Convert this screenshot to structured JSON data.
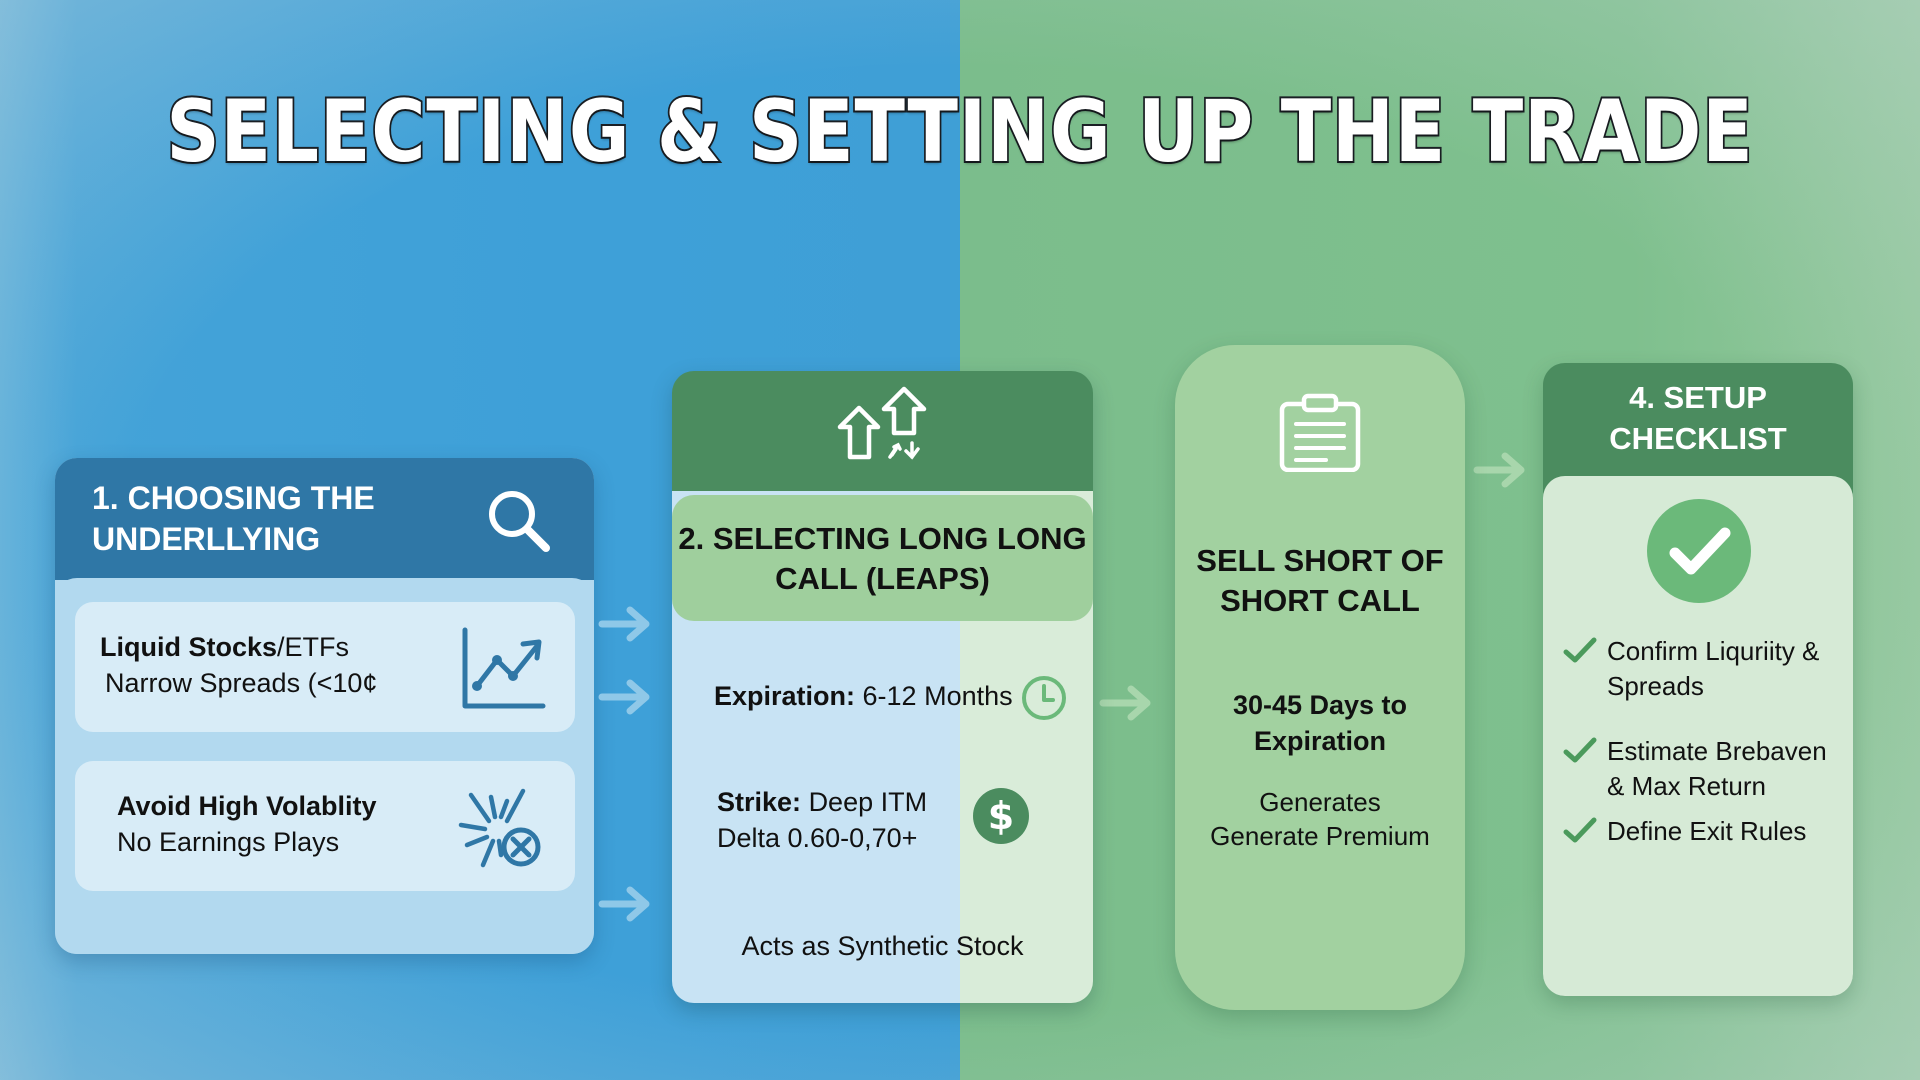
{
  "title": "SELECTING & SETTING UP THE TRADE",
  "colors": {
    "bg_blue": "#3ea0d8",
    "bg_green": "#7fc08e",
    "card1_header": "#2f77a6",
    "card1_body": "#b2d9ef",
    "card1_item": "#d8ecf7",
    "green_dark": "#4b8c5f",
    "green_mid": "#9fcf9d",
    "green_light": "#d6ead6",
    "check_green": "#6bb97a"
  },
  "card1": {
    "title": "1. CHOOSING THE UNDERLLYING",
    "icon": "search-icon",
    "items": [
      {
        "line1_bold": "Liquid Stocks",
        "line1_rest": "/ETFs",
        "line2": "Narrow Spreads (<10¢",
        "icon": "trending-chart-icon"
      },
      {
        "line1_bold": "Avoid High Volablity",
        "line1_rest": "",
        "line2": "No Earnings Plays",
        "icon": "volatility-no-icon"
      }
    ]
  },
  "card2": {
    "icon": "up-arrows-icon",
    "title": "2. SELECTING LONG LONG CALL (LEAPS)",
    "expiration_label": "Expiration:",
    "expiration_value": "6-12 Months",
    "strike_label": "Strike:",
    "strike_value": "Deep ITM",
    "delta": "Delta 0.60-0,70+",
    "footer": "Acts as Synthetic Stock"
  },
  "card3": {
    "icon": "clipboard-icon",
    "title": "SELL SHORT OF SHORT CALL",
    "days": "30-45 Days to Expiration",
    "generates_line1": "Generates",
    "generates_line2": "Generate Premium"
  },
  "card4": {
    "title": "4. SETUP CHECKLIST",
    "icon": "check-circle-icon",
    "items": [
      {
        "text": "Confirm Liquriity & Spreads"
      },
      {
        "text": "Estimate Brebaven & Max Return"
      },
      {
        "text": "Define Exit Rules"
      }
    ]
  }
}
